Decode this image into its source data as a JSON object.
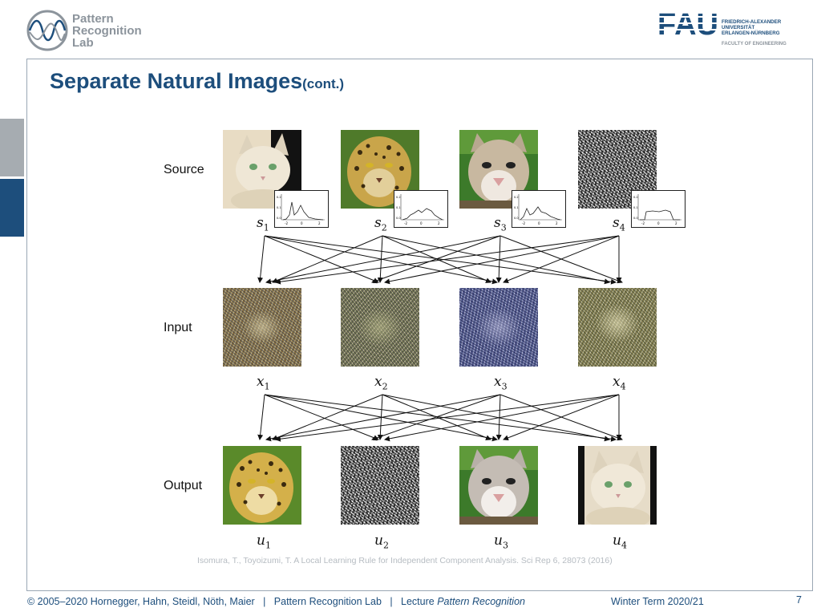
{
  "header": {
    "lab_logo_lines": [
      "Pattern",
      "Recognition",
      "Lab"
    ],
    "university_lines": [
      "FRIEDRICH-ALEXANDER",
      "UNIVERSITÄT",
      "ERLANGEN-NÜRNBERG"
    ],
    "university_acronym": "FAU",
    "faculty": "FACULTY OF ENGINEERING"
  },
  "slide": {
    "title": "Separate Natural Images",
    "title_suffix": "(cont.)",
    "row_labels": {
      "source": "Source",
      "input": "Input",
      "output": "Output"
    },
    "source_vars": [
      {
        "sym": "s",
        "sub": "1"
      },
      {
        "sym": "s",
        "sub": "2"
      },
      {
        "sym": "s",
        "sub": "3"
      },
      {
        "sym": "s",
        "sub": "4"
      }
    ],
    "input_vars": [
      {
        "sym": "x",
        "sub": "1"
      },
      {
        "sym": "x",
        "sub": "2"
      },
      {
        "sym": "x",
        "sub": "3"
      },
      {
        "sym": "x",
        "sub": "4"
      }
    ],
    "output_vars": [
      {
        "sym": "u",
        "sub": "1"
      },
      {
        "sym": "u",
        "sub": "2"
      },
      {
        "sym": "u",
        "sub": "3"
      },
      {
        "sym": "u",
        "sub": "4"
      }
    ],
    "source_images": [
      "cat",
      "leopard",
      "cougar",
      "noise"
    ],
    "output_images": [
      "leopard",
      "noise",
      "cougar",
      "cat"
    ],
    "pdf_ticks": {
      "x": [
        "-2",
        "0",
        "2"
      ],
      "y": [
        "0.0",
        "0.1",
        "0.2"
      ]
    },
    "citation": "Isomura, T., Toyoizumi, T. A Local Learning Rule for Independent Component Analysis. Sci Rep 6, 28073 (2016)"
  },
  "footer": {
    "authors": "© 2005–2020 Hornegger, Hahn, Steidl, Nöth, Maier",
    "separator": "|",
    "lab": "Pattern Recognition Lab",
    "lecture_prefix": "Lecture",
    "lecture_name": "Pattern Recognition",
    "term": "Winter Term 2020/21",
    "page": "7"
  },
  "colors": {
    "brand_blue": "#1d4e7c",
    "gray": "#a6acb1",
    "citation_gray": "#b6bcc2"
  }
}
